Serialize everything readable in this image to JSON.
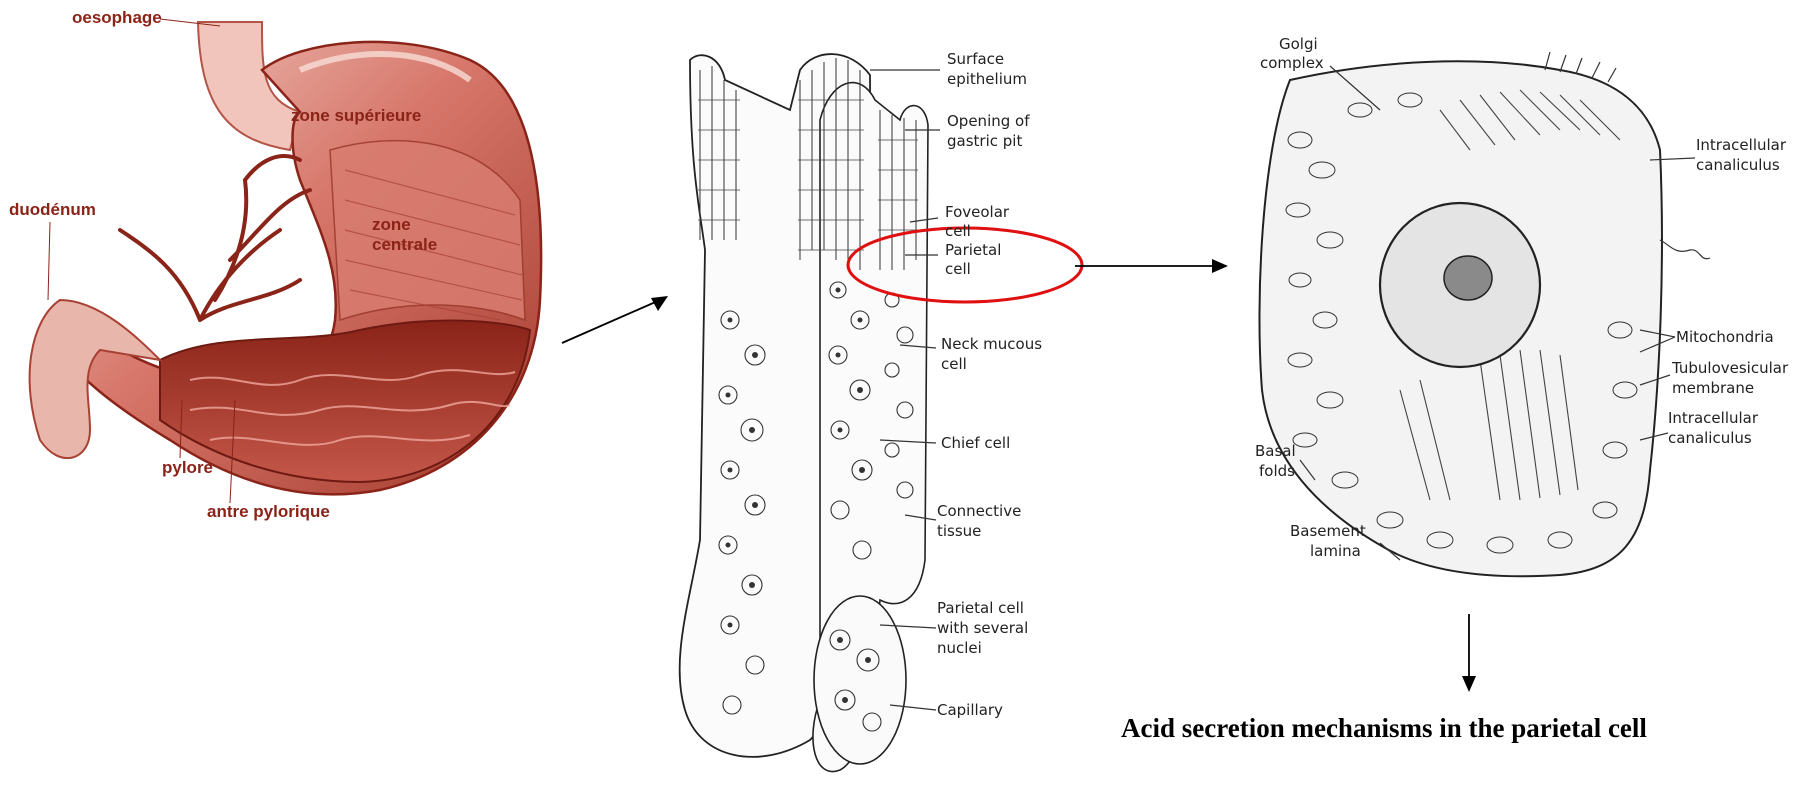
{
  "stomach": {
    "labels": {
      "oesophage": "oesophage",
      "zone_superieure": "zone supérieure",
      "duodenum": "duodénum",
      "zone_centrale_1": "zone",
      "zone_centrale_2": "centrale",
      "pylore": "pylore",
      "antre": "antre pylorique"
    }
  },
  "gastric_gland": {
    "labels": {
      "surface_1": "Surface",
      "surface_2": "epithelium",
      "opening_1": "Opening of",
      "opening_2": "gastric pit",
      "foveolar_1": "Foveolar",
      "foveolar_2": "cell",
      "parietal_1": "Parietal",
      "parietal_2": "cell",
      "neck_1": "Neck mucous",
      "neck_2": "cell",
      "chief": "Chief cell",
      "connective_1": "Connective",
      "connective_2": "tissue",
      "multi_1": "Parietal cell",
      "multi_2": "with several",
      "multi_3": "nuclei",
      "capillary": "Capillary"
    }
  },
  "parietal_cell": {
    "labels": {
      "golgi_1": "Golgi",
      "golgi_2": "complex",
      "ic_top_1": "Intracellular",
      "ic_top_2": "canaliculus",
      "mito": "Mitochondria",
      "tubulo_1": "Tubulovesicular",
      "tubulo_2": "membrane",
      "ic_low_1": "Intracellular",
      "ic_low_2": "canaliculus",
      "basal_1": "Basal",
      "basal_2": "folds",
      "basement_1": "Basement",
      "basement_2": "lamina"
    }
  },
  "caption": "Acid secretion mechanisms in the parietal cell",
  "colors": {
    "stomach_dark": "#8a2318",
    "stomach_mid": "#c2564a",
    "stomach_light": "#efc2b8",
    "highlight_ring": "#e01010"
  }
}
